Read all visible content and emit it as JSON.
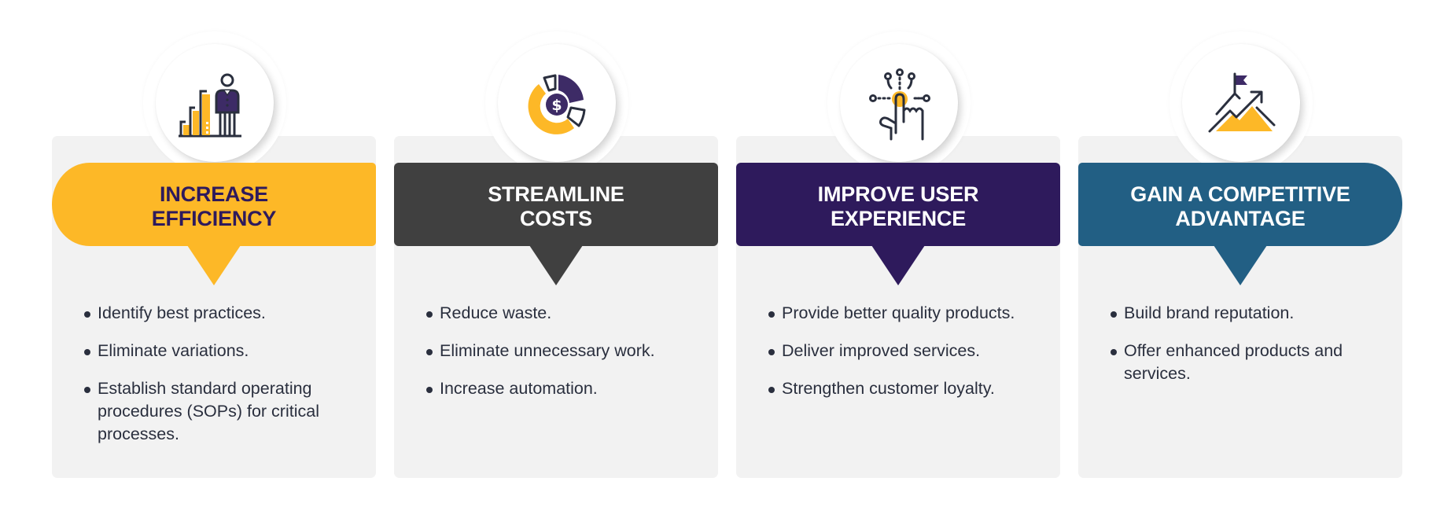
{
  "colors": {
    "yellow": "#fdb827",
    "dark_gray": "#404040",
    "purple": "#2e1a5c",
    "teal": "#225f84",
    "card_bg": "#f2f2f2",
    "text": "#2a2f3e"
  },
  "cards": [
    {
      "icon": "efficiency-chart-person-icon",
      "title_line1": "INCREASE",
      "title_line2": "EFFICIENCY",
      "bullets": [
        "Identify best practices.",
        "Eliminate variations.",
        "Establish standard operating procedures (SOPs) for critical processes."
      ]
    },
    {
      "icon": "cost-dollar-donut-icon",
      "title_line1": "STREAMLINE",
      "title_line2": "COSTS",
      "bullets": [
        "Reduce waste.",
        "Eliminate unnecessary work.",
        "Increase automation."
      ]
    },
    {
      "icon": "touch-hand-icon",
      "title_line1": "IMPROVE USER",
      "title_line2": "EXPERIENCE",
      "bullets": [
        "Provide better quality products.",
        "Deliver improved services.",
        "Strengthen customer loyalty."
      ]
    },
    {
      "icon": "mountain-flag-growth-icon",
      "title_line1": "GAIN A COMPETITIVE",
      "title_line2": "ADVANTAGE",
      "bullets": [
        "Build brand reputation.",
        "Offer enhanced products and services."
      ]
    }
  ]
}
